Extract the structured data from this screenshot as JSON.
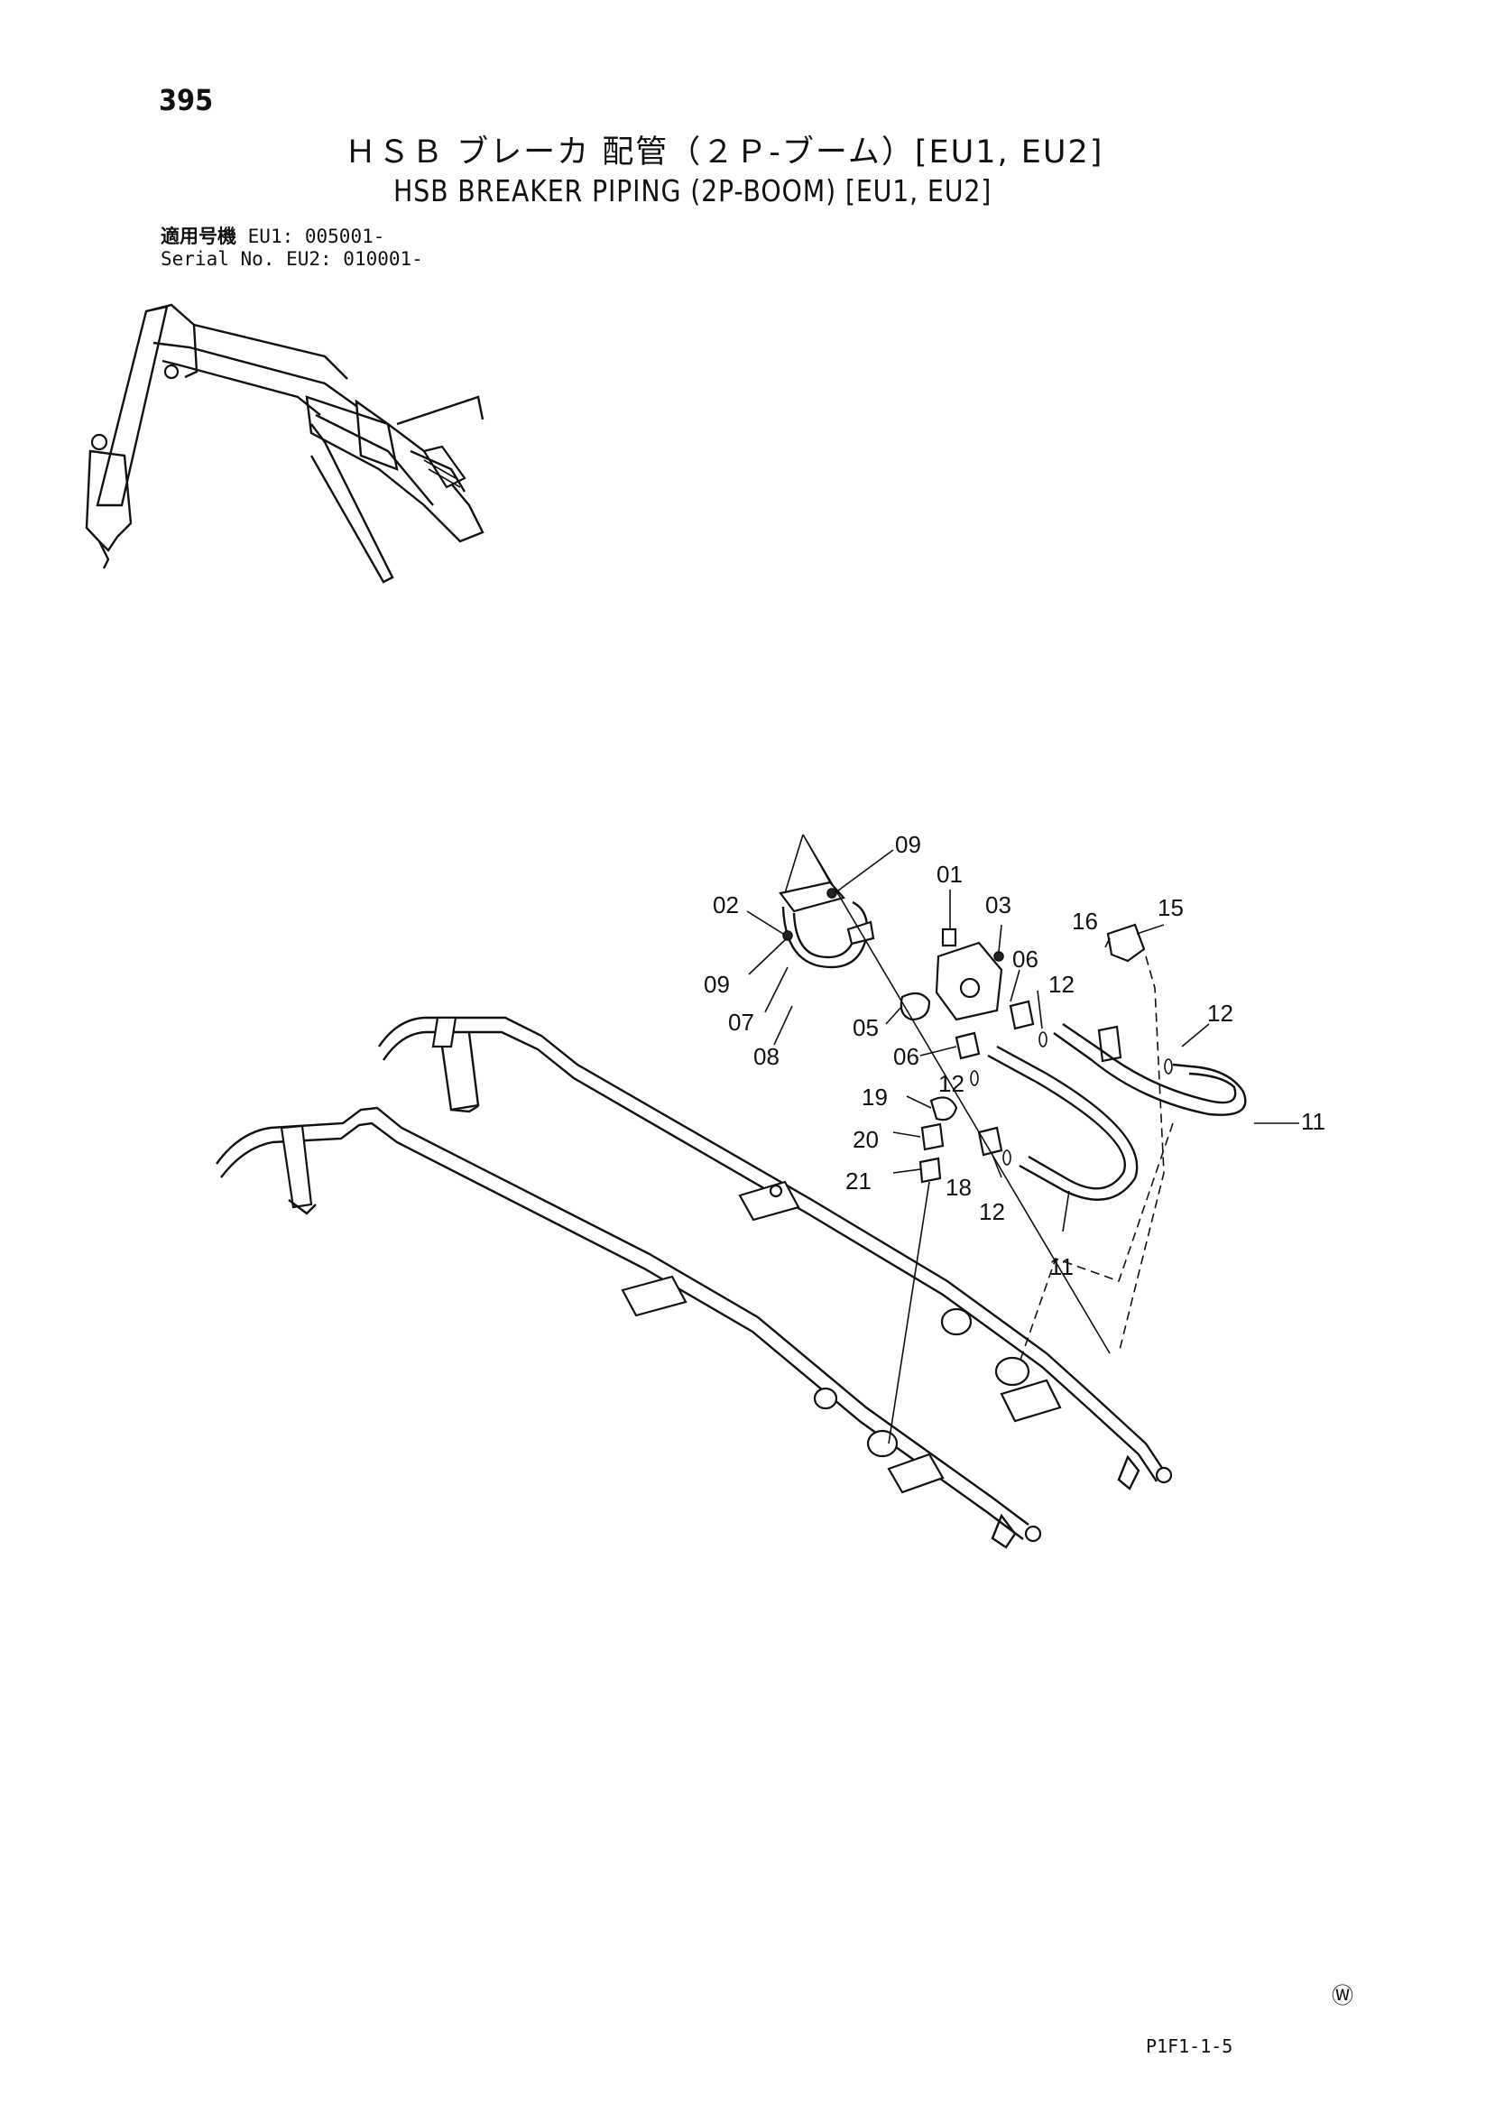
{
  "page_number": "395",
  "title_ja": "ＨＳＢ ブレーカ 配管（２Ｐ-ブーム）[EU1, EU2]",
  "title_en": "HSB BREAKER PIPING (2P-BOOM) [EU1, EU2]",
  "serial": {
    "label_ja": "適用号機",
    "label_en": "Serial No.",
    "eu1": "EU1: 005001-",
    "eu2": "EU2: 010001-"
  },
  "callouts": [
    "09",
    "01",
    "02",
    "03",
    "15",
    "16",
    "06",
    "12",
    "09",
    "07",
    "05",
    "12",
    "08",
    "06",
    "12",
    "19",
    "11",
    "20",
    "18",
    "21",
    "12",
    "11"
  ],
  "watermark": "Ⓦ",
  "sheet_code": "P1F1-1-5"
}
